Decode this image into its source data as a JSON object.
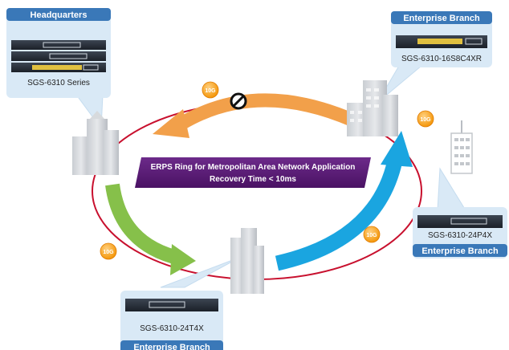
{
  "headquarters": {
    "title": "Headquarters",
    "model": "SGS-6310 Series"
  },
  "branch_top_right": {
    "title": "Enterprise Branch",
    "model": "SGS-6310-16S8C4XR"
  },
  "branch_right": {
    "title": "Enterprise Branch",
    "model": "SGS-6310-24P4X"
  },
  "branch_bottom": {
    "title": "Enterprise Branch",
    "model": "SGS-6310-24T4X"
  },
  "ring_banner": {
    "line1": "ERPS Ring for Metropolitan Area Network Application",
    "line2": "Recovery Time < 10ms"
  },
  "link_badges": [
    "10G",
    "10G",
    "10G",
    "10G"
  ],
  "icons": {
    "blocked_port": "no-entry-icon",
    "building": "office-building-icon",
    "switch": "network-switch-icon"
  },
  "colors": {
    "ring": "#c8102e",
    "banner": "#5b1a78",
    "header_blue": "#3a78b8",
    "arrow_orange": "#f2a04a",
    "arrow_green": "#86c04a",
    "arrow_blue": "#1aa5e0",
    "badge_orange": "#f39200"
  }
}
